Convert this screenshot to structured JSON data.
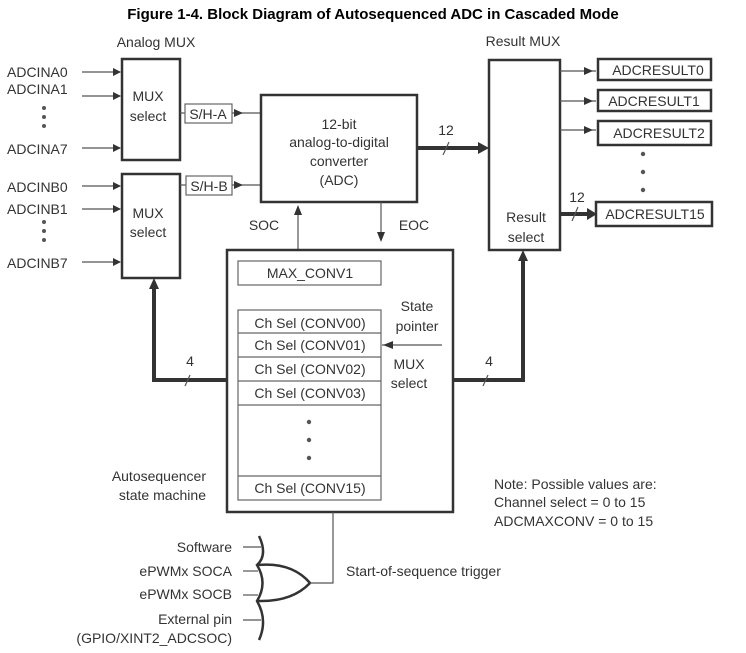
{
  "title": "Figure 1-4.  Block Diagram of Autosequenced ADC in Cascaded Mode",
  "analog_mux": {
    "label": "Analog MUX",
    "mux_a": {
      "label_line1": "MUX",
      "label_line2": "select",
      "inputs": [
        "ADCINA0",
        "ADCINA1",
        "ADCINA7"
      ]
    },
    "mux_b": {
      "label_line1": "MUX",
      "label_line2": "select",
      "inputs": [
        "ADCINB0",
        "ADCINB1",
        "ADCINB7"
      ]
    }
  },
  "sample_hold": {
    "a": "S/H-A",
    "b": "S/H-B"
  },
  "adc": {
    "line1": "12-bit",
    "line2": "analog-to-digital",
    "line3": "converter",
    "line4": "(ADC)"
  },
  "signals": {
    "soc": "SOC",
    "eoc": "EOC",
    "adc_bus_width": "12",
    "result_bus_width": "12",
    "mux_bus_width": "4",
    "result_sel_width": "4"
  },
  "result_mux": {
    "label": "Result MUX",
    "select_line1": "Result",
    "select_line2": "select",
    "outputs": [
      "ADCRESULT0",
      "ADCRESULT1",
      "ADCRESULT2",
      "ADCRESULT15"
    ]
  },
  "state_machine": {
    "label_line1": "Autosequencer",
    "label_line2": "state machine",
    "max_conv": "MAX_CONV1",
    "channels": [
      "Ch Sel (CONV00)",
      "Ch Sel (CONV01)",
      "Ch Sel (CONV02)",
      "Ch Sel (CONV03)",
      "Ch Sel (CONV15)"
    ],
    "state_pointer_line1": "State",
    "state_pointer_line2": "pointer",
    "mux_select_line1": "MUX",
    "mux_select_line2": "select"
  },
  "note": {
    "line1": "Note: Possible values are:",
    "line2": "Channel select = 0 to 15",
    "line3": "ADCMAXCONV = 0 to 15"
  },
  "trigger": {
    "label": "Start-of-sequence trigger",
    "sources": [
      "Software",
      "ePWMx SOCA",
      "ePWMx SOCB",
      "External pin",
      "(GPIO/XINT2_ADCSOC)"
    ]
  }
}
